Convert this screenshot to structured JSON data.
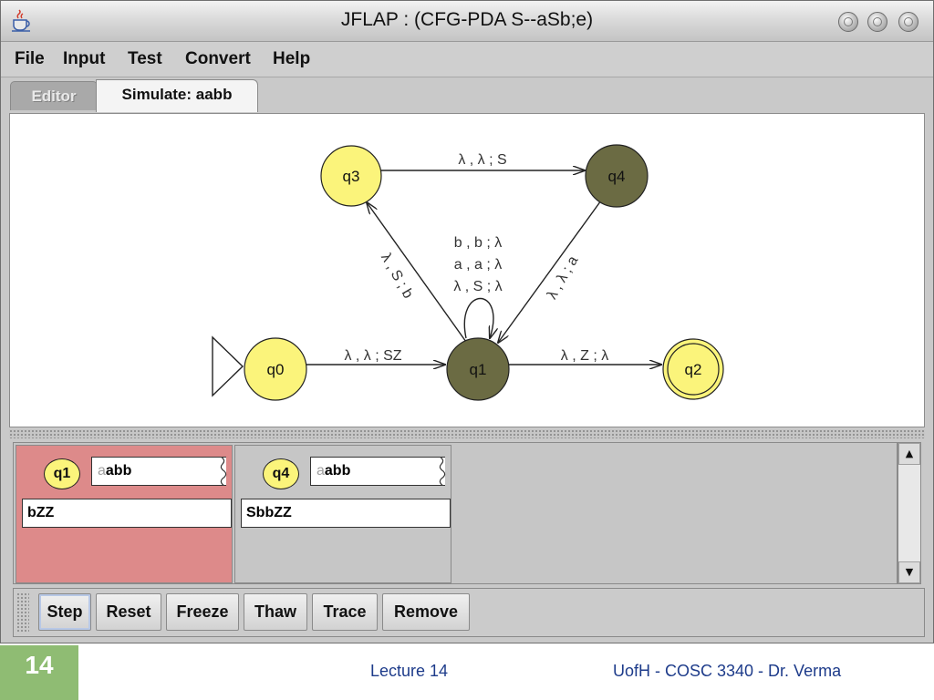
{
  "window": {
    "title": "JFLAP : (CFG-PDA S--aSb;e)",
    "icon": "java-coffee-cup-icon"
  },
  "menu": {
    "items": [
      "File",
      "Input",
      "Test",
      "Convert",
      "Help"
    ]
  },
  "tabs": [
    {
      "label": "Editor",
      "active": false
    },
    {
      "label": "Simulate: aabb",
      "active": true
    }
  ],
  "automaton": {
    "states": [
      {
        "id": "q0",
        "label": "q0",
        "initial": true,
        "final": false,
        "status": "normal"
      },
      {
        "id": "q1",
        "label": "q1",
        "initial": false,
        "final": false,
        "status": "highlighted"
      },
      {
        "id": "q2",
        "label": "q2",
        "initial": false,
        "final": true,
        "status": "normal"
      },
      {
        "id": "q3",
        "label": "q3",
        "initial": false,
        "final": false,
        "status": "normal"
      },
      {
        "id": "q4",
        "label": "q4",
        "initial": false,
        "final": false,
        "status": "highlighted"
      }
    ],
    "transitions": [
      {
        "from": "q3",
        "to": "q4",
        "labels": [
          "λ , λ ; S"
        ]
      },
      {
        "from": "q1",
        "to": "q3",
        "labels": [
          "λ , S ; b"
        ]
      },
      {
        "from": "q4",
        "to": "q1",
        "labels": [
          "λ , λ ; a"
        ]
      },
      {
        "from": "q1",
        "to": "q1",
        "labels": [
          "b , b ; λ",
          "a , a ; λ",
          "λ , S ; λ"
        ]
      },
      {
        "from": "q0",
        "to": "q1",
        "labels": [
          "λ , λ ; SZ"
        ]
      },
      {
        "from": "q1",
        "to": "q2",
        "labels": [
          "λ , Z ; λ"
        ]
      }
    ]
  },
  "configurations": [
    {
      "state": "q1",
      "consumed": "a",
      "remaining": "abb",
      "stack": "bZZ",
      "status": "rejected"
    },
    {
      "state": "q4",
      "consumed": "a",
      "remaining": "abb",
      "stack": "SbbZZ",
      "status": "normal"
    }
  ],
  "toolbar": {
    "buttons": [
      "Step",
      "Reset",
      "Freeze",
      "Thaw",
      "Trace",
      "Remove"
    ]
  },
  "slide": {
    "number": "14",
    "center_text": "Lecture 14",
    "right_text": "UofH - COSC 3340 - Dr. Verma"
  },
  "colors": {
    "state_fill": "#fbf47b",
    "highlighted_state_fill": "#6b6b43",
    "rejected_config_bg": "#dd8a8a",
    "normal_config_bg": "#c6c6c6",
    "slide_accent": "#8fbc73",
    "footer_text": "#1d3b8a"
  }
}
